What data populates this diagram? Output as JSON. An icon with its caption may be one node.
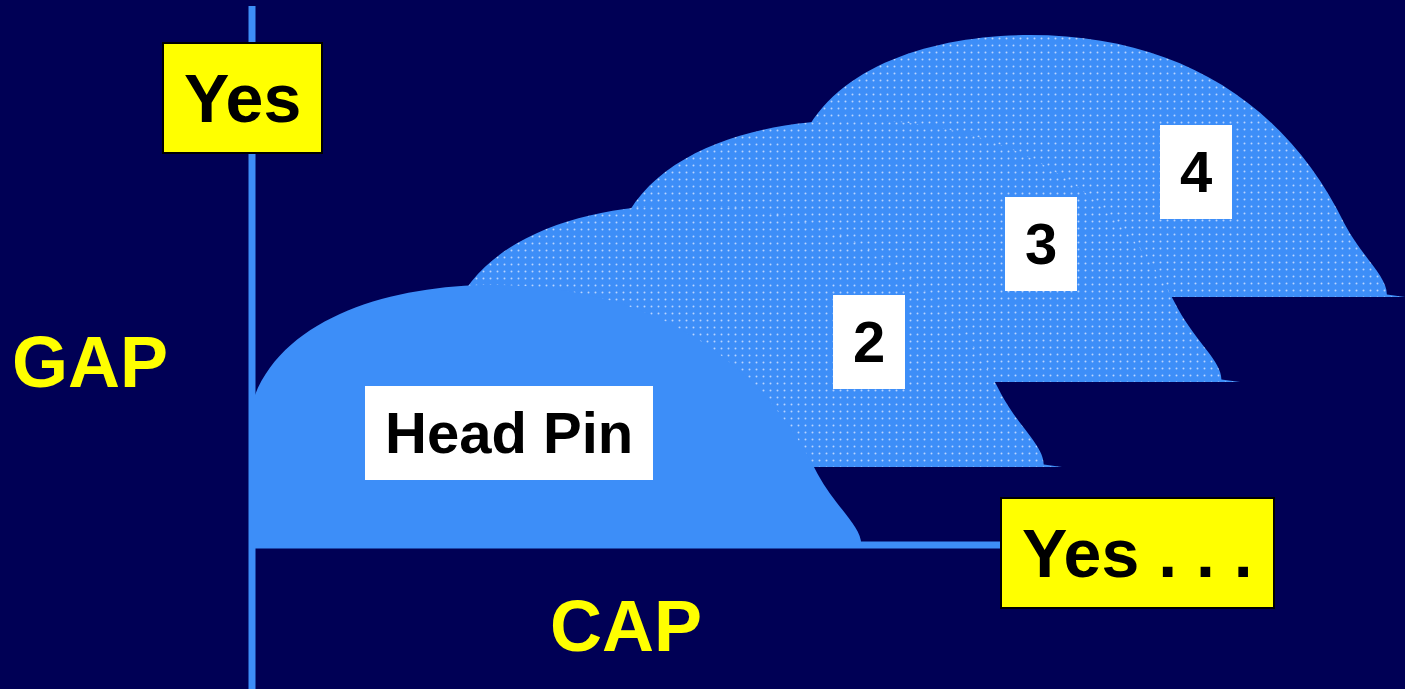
{
  "diagram": {
    "nodes": [
      {
        "text": [
          "Head Pin"
        ]
      },
      {
        "text": [
          "2"
        ]
      },
      {
        "text": [
          "3"
        ]
      },
      {
        "text": [
          "4"
        ]
      }
    ],
    "edges": [],
    "labels": [
      "Yes",
      "GAP",
      "Yes . . .",
      "CAP"
    ]
  }
}
